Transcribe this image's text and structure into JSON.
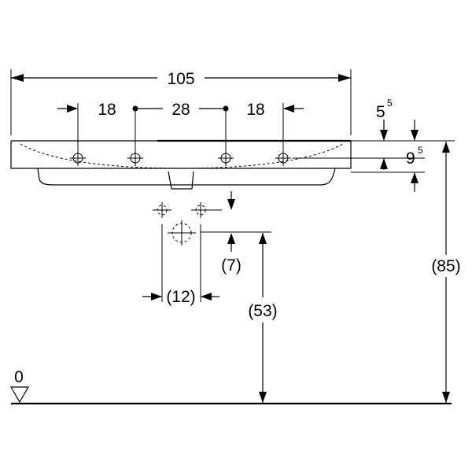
{
  "dimensions": {
    "overall_width": "105",
    "hole_left_spacing": "18",
    "hole_center_spacing": "28",
    "hole_right_spacing": "18",
    "rim_thickness_base": "5",
    "rim_thickness_sup": "5",
    "basin_depth_base": "9",
    "basin_depth_sup": "5",
    "waste_drop": "(7)",
    "waste_width": "(12)",
    "waste_height": "(53)",
    "rim_height": "(85)",
    "floor_level": "0"
  }
}
